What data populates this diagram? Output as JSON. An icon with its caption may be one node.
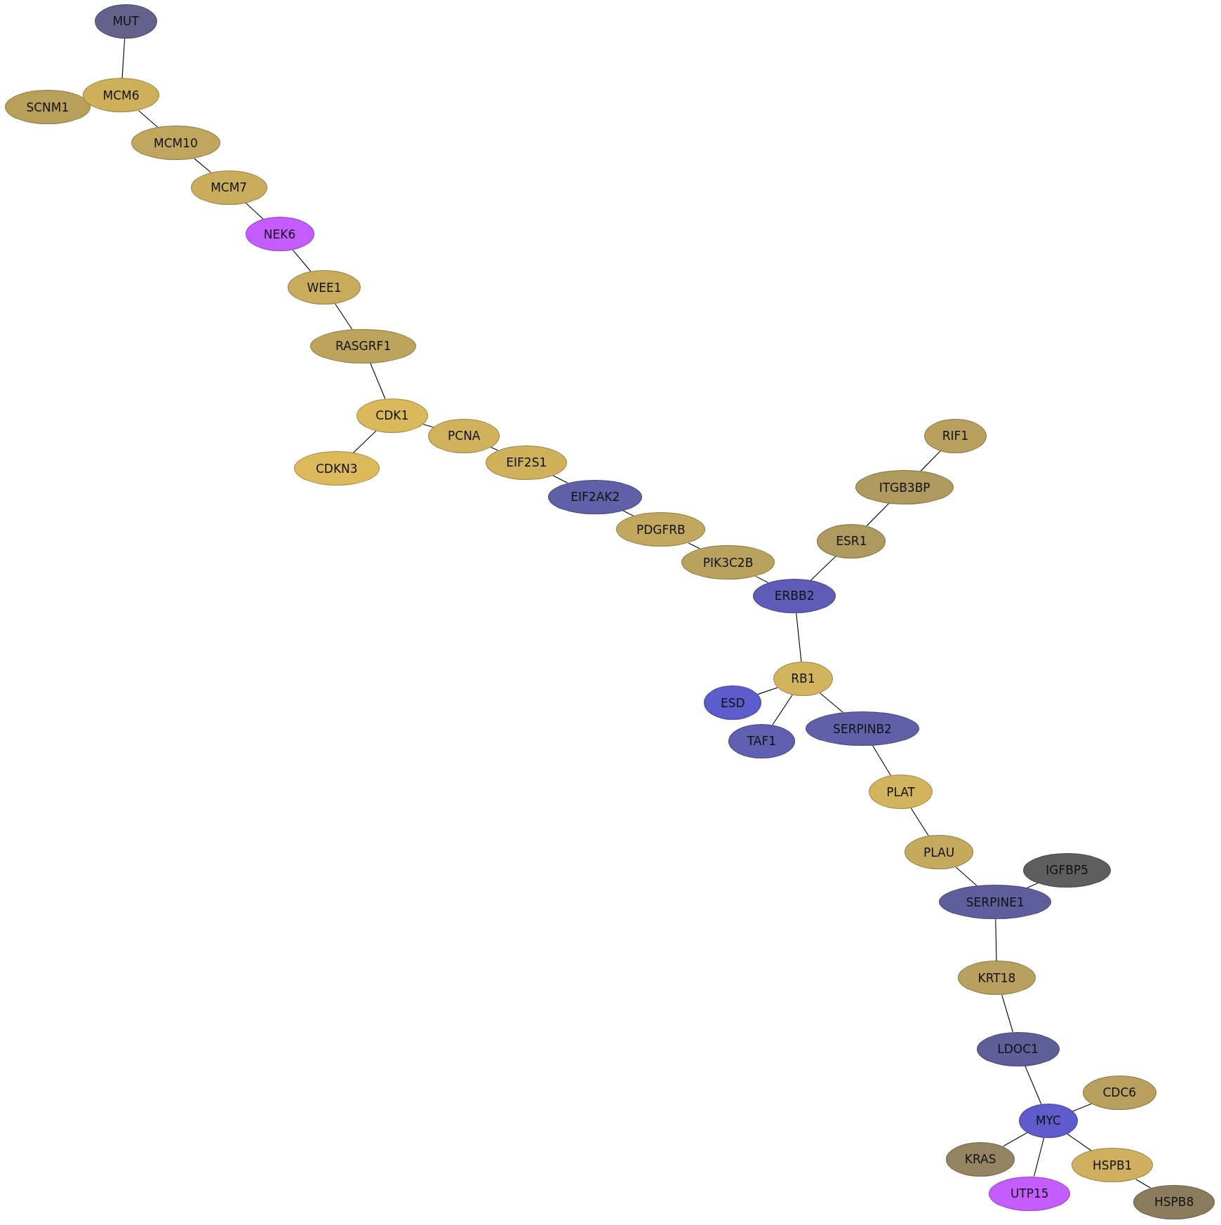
{
  "diagram": {
    "nodes": [
      {
        "text": [
          "MUT"
        ]
      },
      {
        "text": [
          "SCNM1"
        ]
      },
      {
        "text": [
          "MCM6"
        ]
      },
      {
        "text": [
          "MCM10"
        ]
      },
      {
        "text": [
          "MCM7"
        ]
      },
      {
        "text": [
          "NEK6"
        ]
      },
      {
        "text": [
          "WEE1"
        ]
      },
      {
        "text": [
          "RASGRF1"
        ]
      },
      {
        "text": [
          "CDK1"
        ]
      },
      {
        "text": [
          "CDKN3"
        ]
      },
      {
        "text": [
          "PCNA"
        ]
      },
      {
        "text": [
          "EIF2S1"
        ]
      },
      {
        "text": [
          "EIF2AK2"
        ]
      },
      {
        "text": [
          "PDGFRB"
        ]
      },
      {
        "text": [
          "PIK3C2B"
        ]
      },
      {
        "text": [
          "ERBB2"
        ]
      },
      {
        "text": [
          "RIF1"
        ]
      },
      {
        "text": [
          "ITGB3BP"
        ]
      },
      {
        "text": [
          "ESR1"
        ]
      },
      {
        "text": [
          "RB1"
        ]
      },
      {
        "text": [
          "ESD"
        ]
      },
      {
        "text": [
          "TAF1"
        ]
      },
      {
        "text": [
          "SERPINB2"
        ]
      },
      {
        "text": [
          "PLAT"
        ]
      },
      {
        "text": [
          "PLAU"
        ]
      },
      {
        "text": [
          "IGFBP5"
        ]
      },
      {
        "text": [
          "SERPINE1"
        ]
      },
      {
        "text": [
          "KRT18"
        ]
      },
      {
        "text": [
          "LDOC1"
        ]
      },
      {
        "text": [
          "CDC6"
        ]
      },
      {
        "text": [
          "MYC"
        ]
      },
      {
        "text": [
          "KRAS"
        ]
      },
      {
        "text": [
          "HSPB1"
        ]
      },
      {
        "text": [
          "UTP15"
        ]
      },
      {
        "text": [
          "HSPB8"
        ]
      }
    ],
    "edges": [
      {
        "from": 0,
        "to": 2,
        "arrow": "none"
      },
      {
        "from": 2,
        "to": 3,
        "arrow": "none"
      },
      {
        "from": 3,
        "to": 4,
        "arrow": "none"
      },
      {
        "from": 4,
        "to": 5,
        "arrow": "none"
      },
      {
        "from": 5,
        "to": 6,
        "arrow": "none"
      },
      {
        "from": 6,
        "to": 7,
        "arrow": "none"
      },
      {
        "from": 7,
        "to": 8,
        "arrow": "none"
      },
      {
        "from": 8,
        "to": 9,
        "arrow": "none"
      },
      {
        "from": 8,
        "to": 10,
        "arrow": "none"
      },
      {
        "from": 10,
        "to": 11,
        "arrow": "none"
      },
      {
        "from": 11,
        "to": 12,
        "arrow": "none"
      },
      {
        "from": 12,
        "to": 13,
        "arrow": "none"
      },
      {
        "from": 13,
        "to": 14,
        "arrow": "none"
      },
      {
        "from": 14,
        "to": 15,
        "arrow": "none"
      },
      {
        "from": 16,
        "to": 17,
        "arrow": "none"
      },
      {
        "from": 17,
        "to": 18,
        "arrow": "none"
      },
      {
        "from": 18,
        "to": 15,
        "arrow": "none"
      },
      {
        "from": 15,
        "to": 19,
        "arrow": "none"
      },
      {
        "from": 19,
        "to": 20,
        "arrow": "none"
      },
      {
        "from": 19,
        "to": 21,
        "arrow": "none"
      },
      {
        "from": 19,
        "to": 22,
        "arrow": "none"
      },
      {
        "from": 22,
        "to": 23,
        "arrow": "none"
      },
      {
        "from": 23,
        "to": 24,
        "arrow": "none"
      },
      {
        "from": 24,
        "to": 26,
        "arrow": "none"
      },
      {
        "from": 25,
        "to": 26,
        "arrow": "none"
      },
      {
        "from": 26,
        "to": 27,
        "arrow": "none"
      },
      {
        "from": 27,
        "to": 28,
        "arrow": "none"
      },
      {
        "from": 28,
        "to": 30,
        "arrow": "none"
      },
      {
        "from": 30,
        "to": 29,
        "arrow": "none"
      },
      {
        "from": 30,
        "to": 31,
        "arrow": "none"
      },
      {
        "from": 30,
        "to": 33,
        "arrow": "none"
      },
      {
        "from": 30,
        "to": 32,
        "arrow": "none"
      },
      {
        "from": 32,
        "to": 34,
        "arrow": "none"
      }
    ]
  }
}
